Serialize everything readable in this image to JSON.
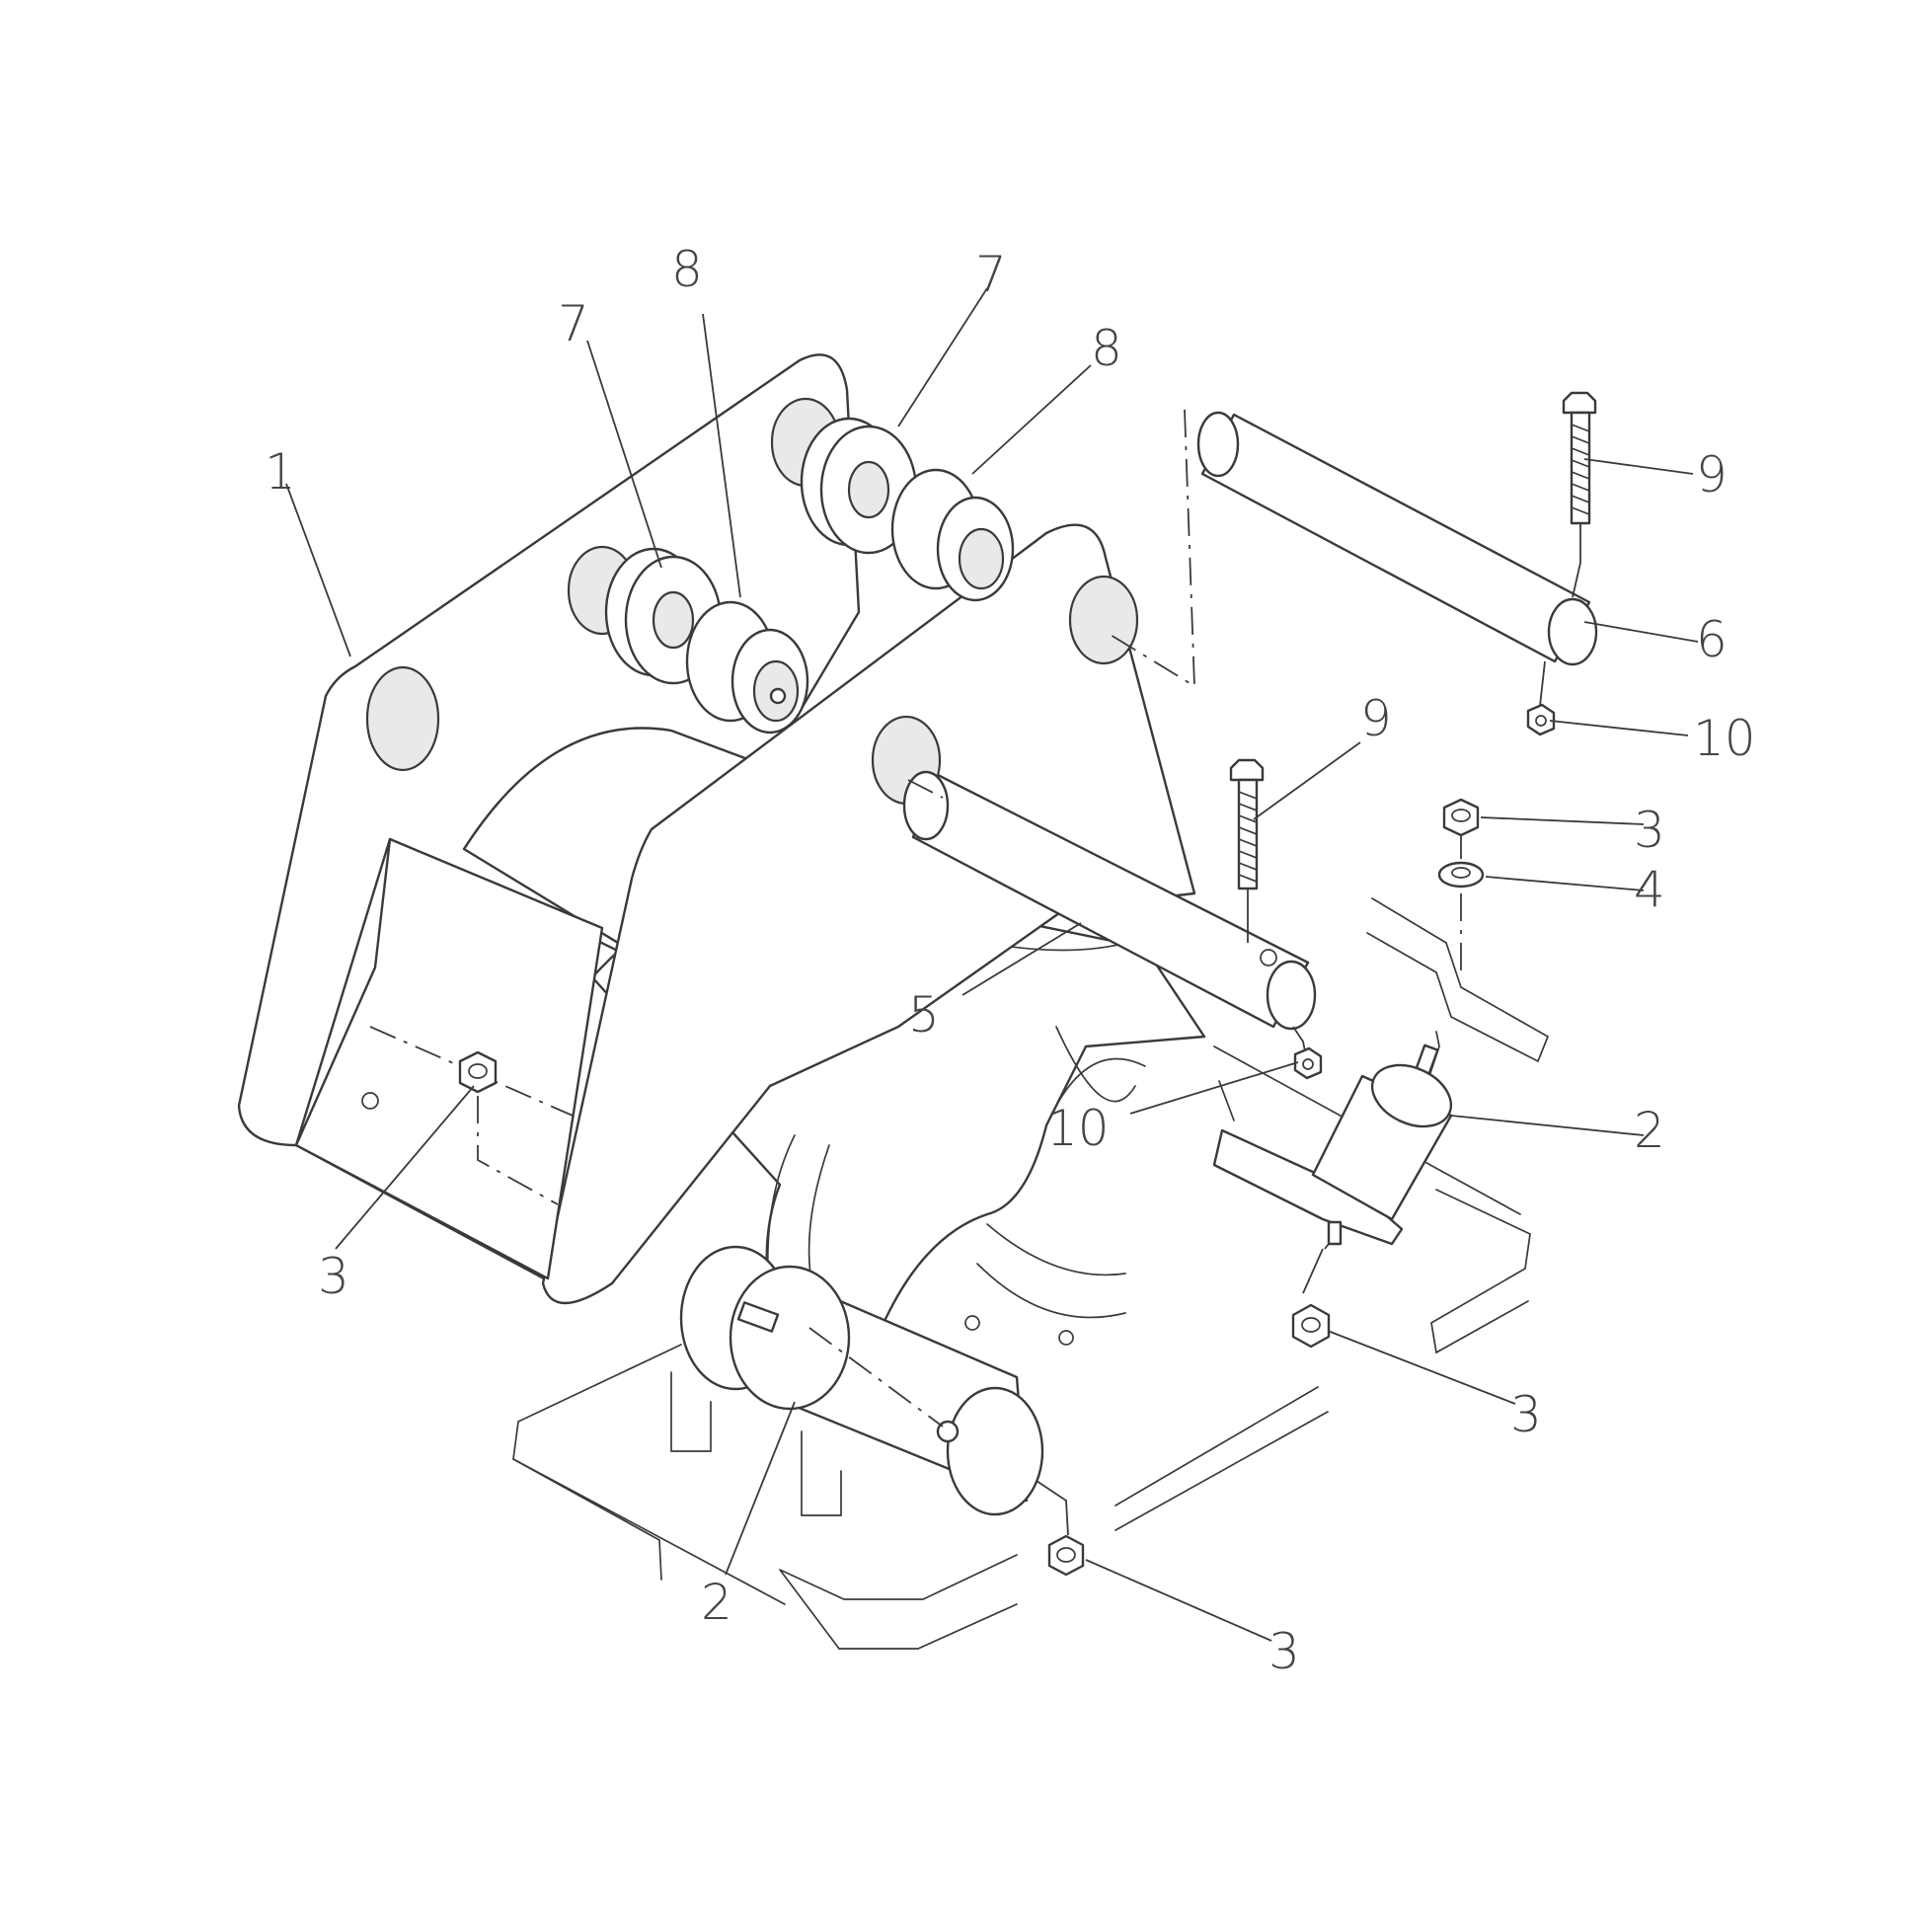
{
  "callouts": [
    {
      "id": "c1",
      "number": "1"
    },
    {
      "id": "c2a",
      "number": "2"
    },
    {
      "id": "c2b",
      "number": "2"
    },
    {
      "id": "c3a",
      "number": "3"
    },
    {
      "id": "c3b",
      "number": "3"
    },
    {
      "id": "c3c",
      "number": "3"
    },
    {
      "id": "c3d",
      "number": "3"
    },
    {
      "id": "c4",
      "number": "4"
    },
    {
      "id": "c5",
      "number": "5"
    },
    {
      "id": "c6",
      "number": "6"
    },
    {
      "id": "c7a",
      "number": "7"
    },
    {
      "id": "c7b",
      "number": "7"
    },
    {
      "id": "c8a",
      "number": "8"
    },
    {
      "id": "c8b",
      "number": "8"
    },
    {
      "id": "c9a",
      "number": "9"
    },
    {
      "id": "c9b",
      "number": "9"
    },
    {
      "id": "c10a",
      "number": "10"
    },
    {
      "id": "c10b",
      "number": "10"
    }
  ]
}
